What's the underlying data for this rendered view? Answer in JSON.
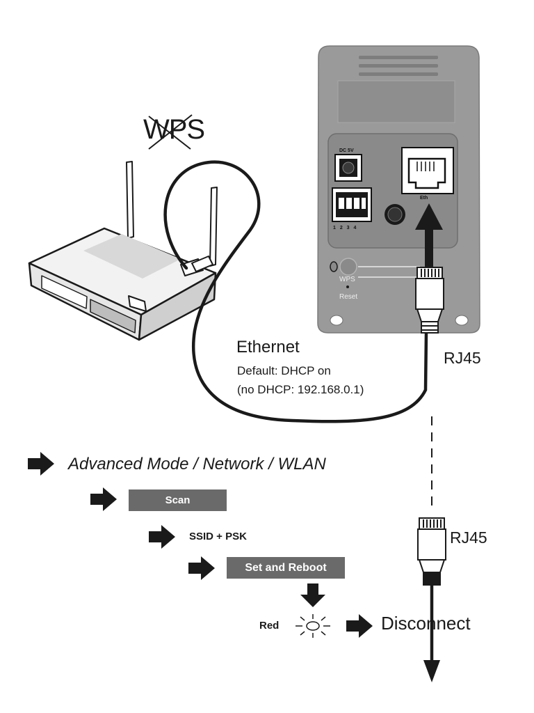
{
  "wps_label": "WPS",
  "ethernet": {
    "title": "Ethernet",
    "line1": "Default: DHCP on",
    "line2": "(no DHCP: 192.168.0.1)"
  },
  "connector_top": "RJ45",
  "connector_bottom": "RJ45",
  "camera": {
    "dc_label": "DC 5V",
    "terminal_label": "1 2 3 4",
    "eth_label": "Eth",
    "wps_label": "WPS",
    "reset_label": "Reset"
  },
  "steps": {
    "menu_path": "Advanced Mode / Network / WLAN",
    "scan_button": "Scan",
    "ssid_text": "SSID + PSK",
    "set_reboot_button": "Set and Reboot",
    "led_text": "Red",
    "disconnect_text": "Disconnect"
  },
  "colors": {
    "button_bg": "#6a6a6a",
    "camera_body": "#9a9a9a",
    "arrow": "#1a1a1a"
  }
}
